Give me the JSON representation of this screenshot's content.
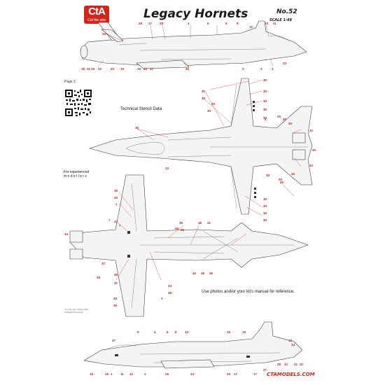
{
  "header": {
    "logo_big": "CtA",
    "logo_small": "Cut the arts",
    "title": "Legacy Hornets",
    "doc_number": "No.52",
    "scale": "SCALE 1:48"
  },
  "labels": {
    "page": "Page 2",
    "stencil_title": "Technical Stencil Data",
    "experienced_line1": "For experienced",
    "experienced_line2": "m o d e l l e r s",
    "reference_note": "Use photos and/or your kit's manual for reference.",
    "copyright_line1": "\"Cut the arts\" (NFS) 2023",
    "copyright_line2": "All Rights Reserved",
    "website": "CTAMODELS.COM"
  },
  "colors": {
    "accent": "#d0261c",
    "ink": "#1a1a1a",
    "aircraft_fill": "#f4f4f4"
  },
  "callouts": {
    "side_top": [
      "25",
      "27",
      "28",
      "29",
      "4",
      "5",
      "6",
      "8",
      "10",
      "11",
      "12",
      "19",
      "18",
      "22",
      "22",
      "20",
      "16",
      "19",
      "44",
      "41",
      "42",
      "23",
      "1",
      "3",
      "2"
    ],
    "top_view": [
      "30",
      "30",
      "30",
      "30",
      "30",
      "30",
      "30",
      "30",
      "30",
      "30",
      "31",
      "30",
      "32",
      "33",
      "25",
      "30",
      "30",
      "30",
      "30",
      "30",
      "30",
      "30",
      "30",
      "30",
      "4",
      "25"
    ],
    "bottom_view": [
      "36",
      "40",
      "7",
      "7",
      "44",
      "7",
      "35",
      "46",
      "41",
      "35",
      "36",
      "34",
      "37",
      "36",
      "45",
      "37",
      "43",
      "38",
      "3",
      "39",
      "36",
      "42",
      "38",
      "36"
    ],
    "side_bottom": [
      "9",
      "4",
      "6",
      "8",
      "10",
      "15",
      "16",
      "47",
      "14",
      "13",
      "17",
      "17",
      "25",
      "18",
      "24",
      "12",
      "11",
      "3",
      "1",
      "26",
      "29",
      "27",
      "28",
      "22",
      "21",
      "22"
    ]
  }
}
